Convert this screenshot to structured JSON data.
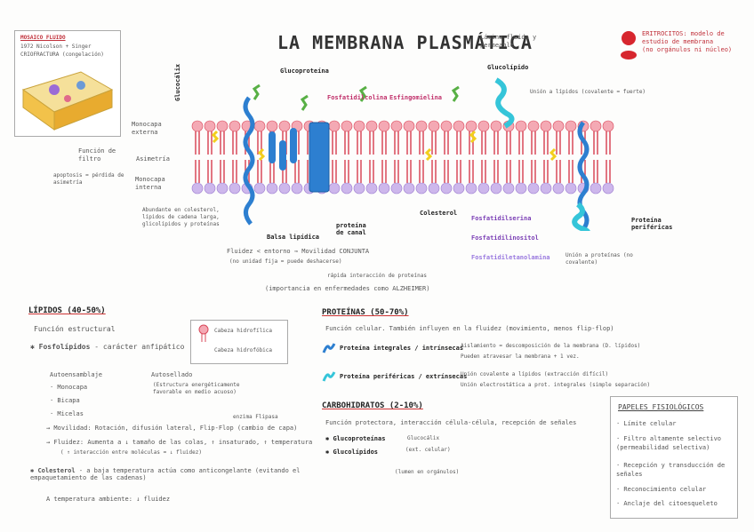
{
  "title": "LA MEMBRANA PLASMÁTICA",
  "subtitle_note": "Lámina fluida y permeable",
  "eritrocitos": {
    "line1": "ERITROCITOS: modelo de",
    "line2": "estudio de membrana",
    "line3": "(no orgánulos ni núcleo)"
  },
  "mosaico": {
    "title": "MOSAICO FLUIDO",
    "line1": "1972 Nicolson + Singer",
    "line2": "CRIOFRACTURA (congelación)"
  },
  "labels": {
    "glucocalix": "Glucocálix",
    "glucoproteina": "Glucoproteína",
    "glucolipido": "Glucolípido",
    "fosfatidilcolina": "Fosfatidilcolina",
    "esfingomielina": "Esfingomielina",
    "union_lipidos": "Unión a lípidos (covalente = fuerte)",
    "monocapa_externa": "Monocapa externa",
    "monocapa_interna": "Monocapa interna",
    "asimetria": "Asimetría",
    "funcion_filtro": "Función de filtro",
    "apoptosis": "apoptosis = pérdida de asimetría",
    "abundante": "Abundante en colesterol, lípidos de cadena larga, glicolípidos y proteínas",
    "balsa": "Balsa lipídica",
    "proteina_canal": "proteína de canal",
    "colesterol": "Colesterol",
    "fosfatidilserina": "Fosfatidilserina",
    "fosfatidilinositol": "Fosfatidilinositol",
    "fosfatidiletanolamina": "Fosfatidiletanolamina",
    "proteina_perifericas": "Proteína periféricas",
    "union_proteinas": "Unión a proteínas (no covalente)",
    "fluidez": "Fluidez < entorno ⇒ Movilidad CONJUNTA",
    "fluidez2": "(no unidad fija = puede deshacerse)",
    "rapida": "rápida interacción de proteínas",
    "importancia": "(importancia en enfermedades como ALZHEIMER)"
  },
  "lipidos": {
    "heading": "LÍPIDOS (40-50%)",
    "funcion": "Función estructural",
    "fosfolipidos": "Fosfolípidos",
    "anfipatico": "- carácter anfipático",
    "autoensamblaje": "Autoensamblaje",
    "autosellado": "Autosellado",
    "autosellado_desc": "(Estructura energéticamente favorable en medio acuoso)",
    "items": [
      "· Monocapa",
      "· Bicapa",
      "· Micelas"
    ],
    "movilidad": "→ Movilidad: Rotación, difusión lateral, Flip-Flop (cambio de capa)",
    "enzima": "enzima Flipasa",
    "fluidez": "→ Fluidez: Aumenta a ↓ tamaño de las colas, ↑ insaturado, ↑ temperatura",
    "fluidez2": "( ↑ interacción entre moléculas = ↓ fluidez)",
    "colesterol": "Colesterol",
    "colesterol_desc": "- a baja temperatura actúa como anticongelante (evitando el empaquetamiento de las cadenas)",
    "ambiente": "A temperatura ambiente: ↓ fluidez"
  },
  "legend": {
    "hidrofilica": "Cabeza hidrofílica",
    "hidrofobica": "Cabeza hidrofóbica"
  },
  "proteinas": {
    "heading": "PROTEÍNAS (50-70%)",
    "funcion": "Función celular. También influyen en la fluidez (movimiento, menos flip-flop)",
    "integrales": "Proteína integrales / intrínsecas",
    "int1": "Aislamiento = descomposición de la membrana (D. lípidos)",
    "int2": "Pueden atravesar la membrana + 1 vez.",
    "perifericas": "Proteína periféricas / extrínsecas",
    "per1": "Unión covalente a lípidos (extracción difícil)",
    "per2": "Unión electrostática a prot. integrales (simple separación)"
  },
  "carbohidratos": {
    "heading": "CARBOHIDRATOS (2-10%)",
    "funcion": "Función protectora, interacción célula-célula, recepción de señales",
    "items": [
      "Glucoproteínas",
      "Glucolípidos"
    ],
    "glucocalix": "Glucocálix",
    "cubierta": "(ext. celular)",
    "lumen": "(lumen en orgánulos)"
  },
  "papeles": {
    "heading": "PAPELES FISIOLÓGICOS",
    "items": [
      "· Límite celular",
      "· Filtro altamente selectivo (permeabilidad selectiva)",
      "· Recepción y transducción de señales",
      "· Reconocimiento celular",
      "· Anclaje del citoesqueleto"
    ]
  },
  "colors": {
    "head_out": "#f4a9b4",
    "head_in": "#cdb7ec",
    "tail": "#d9485a",
    "protein_blue": "#2d7fd0",
    "cyan": "#35c5d9",
    "yellow": "#f2cf1d",
    "green": "#58b045"
  }
}
